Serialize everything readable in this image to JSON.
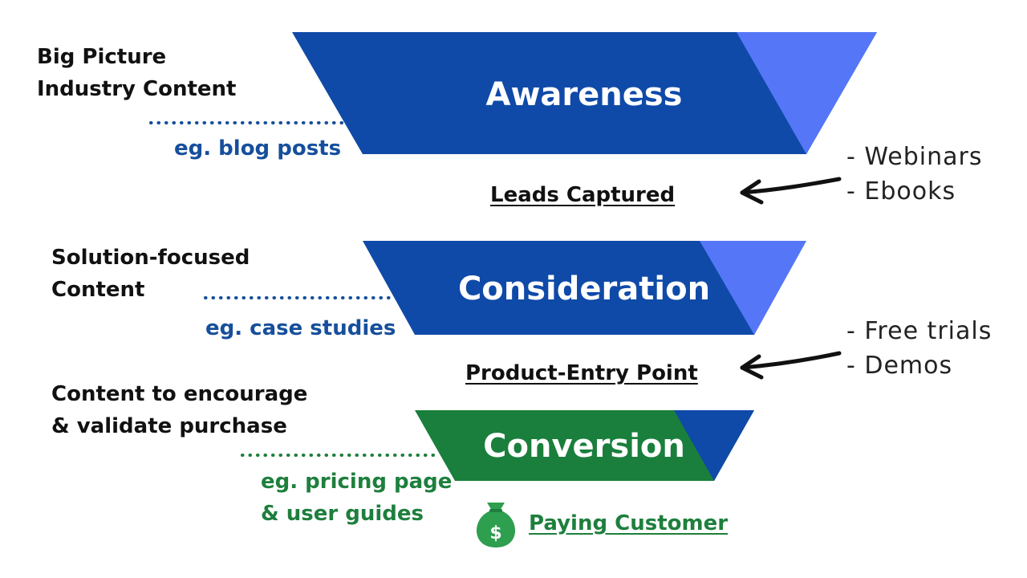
{
  "colors": {
    "dark_blue": "#0f4aa8",
    "light_blue": "#5577f7",
    "green": "#1a7f3c",
    "example_blue": "#164f9c",
    "example_green": "#1e7f3d",
    "text_dark": "#111111"
  },
  "stages": [
    {
      "label": "Awareness",
      "fill": "#0f4aa8",
      "accent": "#5577f7"
    },
    {
      "label": "Consideration",
      "fill": "#0f4aa8",
      "accent": "#5577f7"
    },
    {
      "label": "Conversion",
      "fill": "#1a7f3c",
      "accent": "#0f4aa8"
    }
  ],
  "annotations": [
    {
      "lines": [
        "Big Picture",
        "Industry Content"
      ],
      "example": "eg. blog posts",
      "example_color": "blue"
    },
    {
      "lines": [
        "Solution-focused",
        "Content"
      ],
      "example": "eg. case studies",
      "example_color": "blue"
    },
    {
      "lines": [
        "Content to encourage",
        "& validate purchase"
      ],
      "example": [
        "eg. pricing page",
        "& user guides"
      ],
      "example_color": "green"
    }
  ],
  "milestones": [
    {
      "label": "Leads Captured"
    },
    {
      "label": "Product-Entry Point"
    },
    {
      "label": "Paying Customer",
      "icon": "money-bag-icon",
      "icon_symbol": "$"
    }
  ],
  "side_notes": [
    {
      "items": [
        "- Webinars",
        "- Ebooks"
      ],
      "icon": "arrow-left-icon"
    },
    {
      "items": [
        "- Free trials",
        "- Demos"
      ],
      "icon": "arrow-left-icon"
    }
  ]
}
